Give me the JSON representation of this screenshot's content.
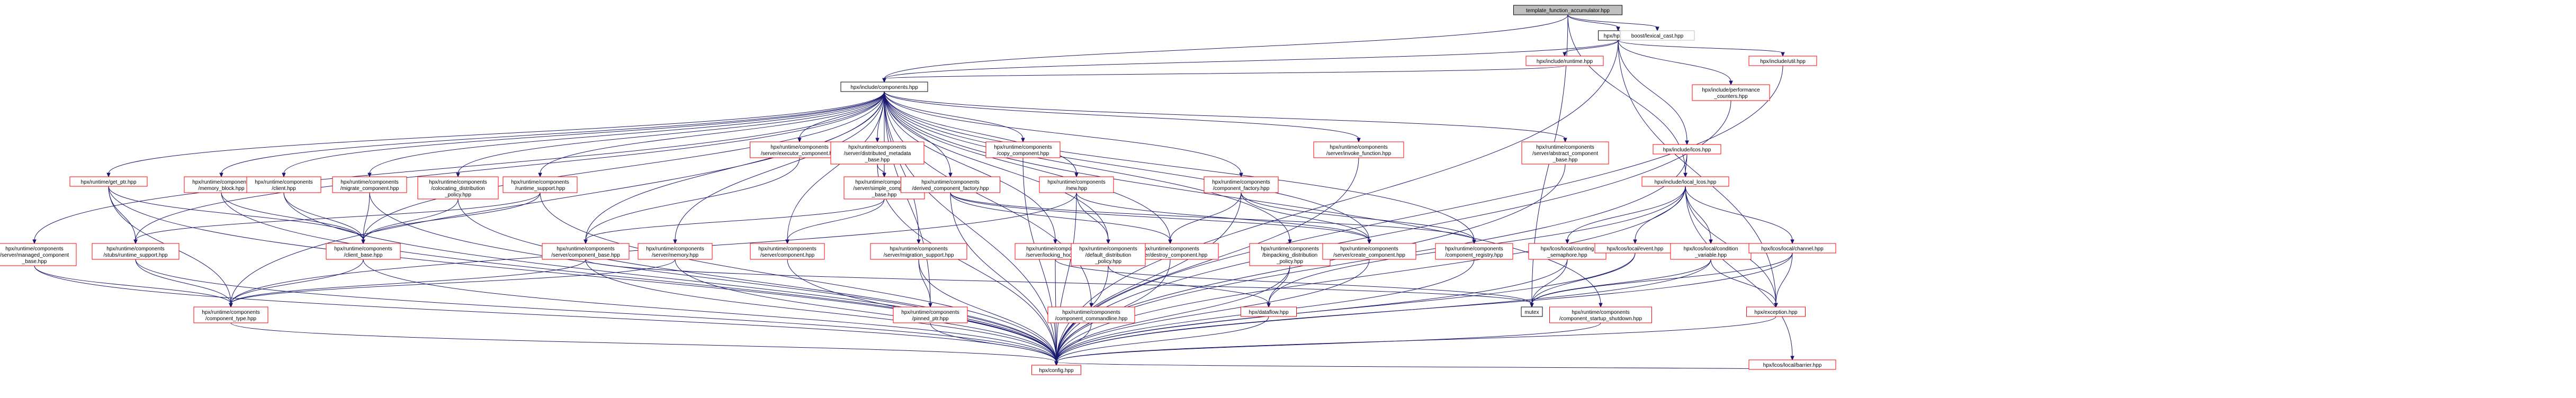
{
  "graph": {
    "nodes": [
      {
        "id": "root",
        "style": "root",
        "lines": [
          "template_function_accumulator.hpp"
        ]
      },
      {
        "id": "hpx",
        "style": "plain",
        "lines": [
          "hpx/hpx.hpp"
        ]
      },
      {
        "id": "lexcast",
        "style": "gray",
        "lines": [
          "boost/lexical_cast.hpp"
        ]
      },
      {
        "id": "runtime",
        "style": "red",
        "lines": [
          "hpx/include/runtime.hpp"
        ]
      },
      {
        "id": "perfc",
        "style": "red",
        "lines": [
          "hpx/include/performance",
          "_counters.hpp"
        ]
      },
      {
        "id": "util",
        "style": "red",
        "lines": [
          "hpx/include/util.hpp"
        ]
      },
      {
        "id": "lcos",
        "style": "red",
        "lines": [
          "hpx/include/lcos.hpp"
        ]
      },
      {
        "id": "components",
        "style": "plain",
        "lines": [
          "hpx/include/components.hpp"
        ]
      },
      {
        "id": "exec_comp",
        "style": "red",
        "lines": [
          "hpx/runtime/components",
          "/server/executor_component.hpp"
        ]
      },
      {
        "id": "dist_meta",
        "style": "red",
        "lines": [
          "hpx/runtime/components",
          "/server/distributed_metadata",
          "_base.hpp"
        ]
      },
      {
        "id": "copy_comp",
        "style": "red",
        "lines": [
          "hpx/runtime/components",
          "/copy_component.hpp"
        ]
      },
      {
        "id": "invoke_fn",
        "style": "red",
        "lines": [
          "hpx/runtime/components",
          "/server/invoke_function.hpp"
        ]
      },
      {
        "id": "abs_comp",
        "style": "red",
        "lines": [
          "hpx/runtime/components",
          "/server/abstract_component",
          "_base.hpp"
        ]
      },
      {
        "id": "local_lcos",
        "style": "red",
        "lines": [
          "hpx/include/local_lcos.hpp"
        ]
      },
      {
        "id": "get_ptr",
        "style": "red",
        "lines": [
          "hpx/runtime/get_ptr.hpp"
        ]
      },
      {
        "id": "mem_block",
        "style": "red",
        "lines": [
          "hpx/runtime/components",
          "/memory_block.hpp"
        ]
      },
      {
        "id": "client",
        "style": "red",
        "lines": [
          "hpx/runtime/components",
          "/client.hpp"
        ]
      },
      {
        "id": "migrate",
        "style": "red",
        "lines": [
          "hpx/runtime/components",
          "/migrate_component.hpp"
        ]
      },
      {
        "id": "colocating",
        "style": "red",
        "lines": [
          "hpx/runtime/components",
          "/colocating_distribution",
          "_policy.hpp"
        ]
      },
      {
        "id": "rt_support",
        "style": "red",
        "lines": [
          "hpx/runtime/components",
          "/runtime_support.hpp"
        ]
      },
      {
        "id": "simple_comp",
        "style": "red",
        "lines": [
          "hpx/runtime/components",
          "/server/simple_component",
          "_base.hpp"
        ]
      },
      {
        "id": "derived_factory",
        "style": "red",
        "lines": [
          "hpx/runtime/components",
          "/derived_component_factory.hpp"
        ]
      },
      {
        "id": "new_hpp",
        "style": "red",
        "lines": [
          "hpx/runtime/components",
          "/new.hpp"
        ]
      },
      {
        "id": "comp_factory",
        "style": "red",
        "lines": [
          "hpx/runtime/components",
          "/component_factory.hpp"
        ]
      },
      {
        "id": "managed_comp",
        "style": "red",
        "lines": [
          "hpx/runtime/components",
          "/server/managed_component",
          "_base.hpp"
        ]
      },
      {
        "id": "stubs_rt",
        "style": "red",
        "lines": [
          "hpx/runtime/components",
          "/stubs/runtime_support.hpp"
        ]
      },
      {
        "id": "client_base",
        "style": "red",
        "lines": [
          "hpx/runtime/components",
          "/client_base.hpp"
        ]
      },
      {
        "id": "comp_base",
        "style": "red",
        "lines": [
          "hpx/runtime/components",
          "/server/component_base.hpp"
        ]
      },
      {
        "id": "srv_memory",
        "style": "red",
        "lines": [
          "hpx/runtime/components",
          "/server/memory.hpp"
        ]
      },
      {
        "id": "srv_component",
        "style": "red",
        "lines": [
          "hpx/runtime/components",
          "/server/component.hpp"
        ]
      },
      {
        "id": "mig_support",
        "style": "red",
        "lines": [
          "hpx/runtime/components",
          "/server/migration_support.hpp"
        ]
      },
      {
        "id": "locking_hook",
        "style": "red",
        "lines": [
          "hpx/runtime/components",
          "/server/locking_hook.hpp"
        ]
      },
      {
        "id": "destroy_comp",
        "style": "red",
        "lines": [
          "hpx/runtime/components",
          "/server/destroy_component.hpp"
        ]
      },
      {
        "id": "default_dist",
        "style": "red",
        "lines": [
          "hpx/runtime/components",
          "/default_distribution",
          "_policy.hpp"
        ]
      },
      {
        "id": "binpacking",
        "style": "red",
        "lines": [
          "hpx/runtime/components",
          "/binpacking_distribution",
          "_policy.hpp"
        ]
      },
      {
        "id": "create_comp",
        "style": "red",
        "lines": [
          "hpx/runtime/components",
          "/server/create_component.hpp"
        ]
      },
      {
        "id": "comp_registry",
        "style": "red",
        "lines": [
          "hpx/runtime/components",
          "/component_registry.hpp"
        ]
      },
      {
        "id": "counting_sem",
        "style": "red",
        "lines": [
          "hpx/lcos/local/counting",
          "_semaphore.hpp"
        ]
      },
      {
        "id": "event",
        "style": "red",
        "lines": [
          "hpx/lcos/local/event.hpp"
        ]
      },
      {
        "id": "cond_var",
        "style": "red",
        "lines": [
          "hpx/lcos/local/condition",
          "_variable.hpp"
        ]
      },
      {
        "id": "channel",
        "style": "red",
        "lines": [
          "hpx/lcos/local/channel.hpp"
        ]
      },
      {
        "id": "comp_type",
        "style": "red",
        "lines": [
          "hpx/runtime/components",
          "/component_type.hpp"
        ]
      },
      {
        "id": "pinned_ptr",
        "style": "red",
        "lines": [
          "hpx/runtime/components",
          "/pinned_ptr.hpp"
        ]
      },
      {
        "id": "comp_cmdline",
        "style": "red",
        "lines": [
          "hpx/runtime/components",
          "/component_commandline.hpp"
        ]
      },
      {
        "id": "dataflow",
        "style": "red",
        "lines": [
          "hpx/dataflow.hpp"
        ]
      },
      {
        "id": "mutex",
        "style": "plain",
        "lines": [
          "mutex"
        ]
      },
      {
        "id": "startup_shutdown",
        "style": "red",
        "lines": [
          "hpx/runtime/components",
          "/component_startup_shutdown.hpp"
        ]
      },
      {
        "id": "exception",
        "style": "red",
        "lines": [
          "hpx/exception.hpp"
        ]
      },
      {
        "id": "barrier",
        "style": "red",
        "lines": [
          "hpx/lcos/local/barrier.hpp"
        ]
      },
      {
        "id": "config",
        "style": "red",
        "lines": [
          "hpx/config.hpp"
        ]
      }
    ],
    "edges": [
      [
        "root",
        "hpx"
      ],
      [
        "root",
        "lexcast"
      ],
      [
        "root",
        "components"
      ],
      [
        "root",
        "local_lcos"
      ],
      [
        "root",
        "mutex"
      ],
      [
        "hpx",
        "runtime"
      ],
      [
        "hpx",
        "perfc"
      ],
      [
        "hpx",
        "util"
      ],
      [
        "hpx",
        "lcos"
      ],
      [
        "hpx",
        "components"
      ],
      [
        "hpx",
        "exception"
      ],
      [
        "hpx",
        "config"
      ],
      [
        "runtime",
        "components"
      ],
      [
        "perfc",
        "config"
      ],
      [
        "util",
        "config"
      ],
      [
        "lcos",
        "local_lcos"
      ],
      [
        "lcos",
        "config"
      ],
      [
        "components",
        "exec_comp"
      ],
      [
        "components",
        "dist_meta"
      ],
      [
        "components",
        "copy_comp"
      ],
      [
        "components",
        "invoke_fn"
      ],
      [
        "components",
        "abs_comp"
      ],
      [
        "components",
        "get_ptr"
      ],
      [
        "components",
        "mem_block"
      ],
      [
        "components",
        "client"
      ],
      [
        "components",
        "migrate"
      ],
      [
        "components",
        "colocating"
      ],
      [
        "components",
        "rt_support"
      ],
      [
        "components",
        "simple_comp"
      ],
      [
        "components",
        "derived_factory"
      ],
      [
        "components",
        "new_hpp"
      ],
      [
        "components",
        "comp_factory"
      ],
      [
        "components",
        "managed_comp"
      ],
      [
        "components",
        "stubs_rt"
      ],
      [
        "components",
        "client_base"
      ],
      [
        "components",
        "comp_base"
      ],
      [
        "components",
        "srv_memory"
      ],
      [
        "components",
        "srv_component"
      ],
      [
        "components",
        "mig_support"
      ],
      [
        "components",
        "locking_hook"
      ],
      [
        "components",
        "destroy_comp"
      ],
      [
        "components",
        "default_dist"
      ],
      [
        "components",
        "binpacking"
      ],
      [
        "components",
        "create_comp"
      ],
      [
        "components",
        "comp_registry"
      ],
      [
        "components",
        "comp_type"
      ],
      [
        "components",
        "pinned_ptr"
      ],
      [
        "components",
        "comp_cmdline"
      ],
      [
        "components",
        "startup_shutdown"
      ],
      [
        "components",
        "config"
      ],
      [
        "exec_comp",
        "comp_base"
      ],
      [
        "dist_meta",
        "simple_comp"
      ],
      [
        "dist_meta",
        "config"
      ],
      [
        "copy_comp",
        "config"
      ],
      [
        "invoke_fn",
        "config"
      ],
      [
        "abs_comp",
        "config"
      ],
      [
        "local_lcos",
        "counting_sem"
      ],
      [
        "local_lcos",
        "event"
      ],
      [
        "local_lcos",
        "cond_var"
      ],
      [
        "local_lcos",
        "channel"
      ],
      [
        "local_lcos",
        "barrier"
      ],
      [
        "local_lcos",
        "dataflow"
      ],
      [
        "local_lcos",
        "exception"
      ],
      [
        "local_lcos",
        "config"
      ],
      [
        "get_ptr",
        "stubs_rt"
      ],
      [
        "get_ptr",
        "client_base"
      ],
      [
        "get_ptr",
        "comp_type"
      ],
      [
        "get_ptr",
        "config"
      ],
      [
        "mem_block",
        "client_base"
      ],
      [
        "mem_block",
        "config"
      ],
      [
        "client",
        "client_base"
      ],
      [
        "client",
        "config"
      ],
      [
        "migrate",
        "client_base"
      ],
      [
        "migrate",
        "config"
      ],
      [
        "colocating",
        "client_base"
      ],
      [
        "colocating",
        "config"
      ],
      [
        "rt_support",
        "stubs_rt"
      ],
      [
        "rt_support",
        "client_base"
      ],
      [
        "rt_support",
        "config"
      ],
      [
        "simple_comp",
        "srv_component"
      ],
      [
        "simple_comp",
        "comp_base"
      ],
      [
        "derived_factory",
        "create_comp"
      ],
      [
        "derived_factory",
        "comp_registry"
      ],
      [
        "derived_factory",
        "destroy_comp"
      ],
      [
        "derived_factory",
        "config"
      ],
      [
        "new_hpp",
        "comp_type"
      ],
      [
        "new_hpp",
        "default_dist"
      ],
      [
        "new_hpp",
        "create_comp"
      ],
      [
        "new_hpp",
        "config"
      ],
      [
        "comp_factory",
        "create_comp"
      ],
      [
        "comp_factory",
        "destroy_comp"
      ],
      [
        "comp_factory",
        "comp_registry"
      ],
      [
        "comp_factory",
        "config"
      ],
      [
        "managed_comp",
        "comp_type"
      ],
      [
        "managed_comp",
        "config"
      ],
      [
        "stubs_rt",
        "comp_type"
      ],
      [
        "stubs_rt",
        "config"
      ],
      [
        "client_base",
        "comp_type"
      ],
      [
        "client_base",
        "config"
      ],
      [
        "comp_base",
        "comp_type"
      ],
      [
        "comp_base",
        "mutex"
      ],
      [
        "comp_base",
        "config"
      ],
      [
        "srv_memory",
        "comp_type"
      ],
      [
        "srv_memory",
        "config"
      ],
      [
        "srv_component",
        "config"
      ],
      [
        "mig_support",
        "pinned_ptr"
      ],
      [
        "mig_support",
        "config"
      ],
      [
        "locking_hook",
        "mutex"
      ],
      [
        "locking_hook",
        "config"
      ],
      [
        "destroy_comp",
        "config"
      ],
      [
        "default_dist",
        "dataflow"
      ],
      [
        "default_dist",
        "config"
      ],
      [
        "binpacking",
        "dataflow"
      ],
      [
        "binpacking",
        "config"
      ],
      [
        "create_comp",
        "config"
      ],
      [
        "comp_registry",
        "config"
      ],
      [
        "counting_sem",
        "mutex"
      ],
      [
        "counting_sem",
        "config"
      ],
      [
        "event",
        "mutex"
      ],
      [
        "event",
        "config"
      ],
      [
        "cond_var",
        "mutex"
      ],
      [
        "cond_var",
        "exception"
      ],
      [
        "cond_var",
        "config"
      ],
      [
        "channel",
        "exception"
      ],
      [
        "channel",
        "config"
      ],
      [
        "channel",
        "mutex"
      ],
      [
        "barrier",
        "config"
      ],
      [
        "comp_type",
        "config"
      ],
      [
        "pinned_ptr",
        "config"
      ],
      [
        "comp_cmdline",
        "config"
      ],
      [
        "dataflow",
        "config"
      ],
      [
        "startup_shutdown",
        "config"
      ],
      [
        "exception",
        "config"
      ]
    ]
  }
}
